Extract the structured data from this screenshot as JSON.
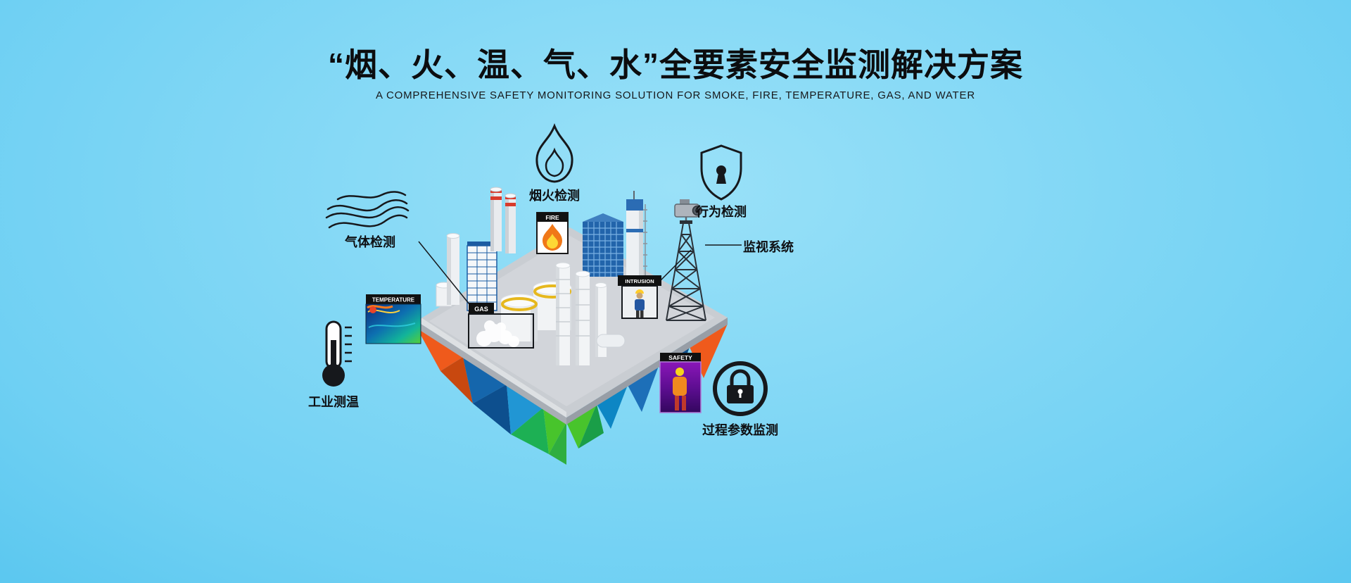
{
  "header": {
    "title": "“烟、火、温、气、水”全要素安全监测解决方案",
    "subtitle": "A COMPREHENSIVE SAFETY MONITORING SOLUTION FOR SMOKE, FIRE, TEMPERATURE, GAS, AND WATER"
  },
  "callouts": {
    "smoke_fire_detection": "烟火检测",
    "behavior_detection": "行为检测",
    "surveillance_system": "监视系统",
    "gas_detection": "气体检测",
    "industrial_temperature_measurement": "工业测温",
    "process_parameter_monitoring": "过程参数监测"
  },
  "scene_tags": {
    "fire": "FIRE",
    "temperature": "TEMPERATURE",
    "gas": "GAS",
    "intrusion": "INTRUSION",
    "safety": "SAFETY"
  },
  "colors": {
    "background_top": "#2bb2e7",
    "background_center": "#9ae1f8",
    "title_text": "#0c0d0f",
    "island_top": "#c9cdd2",
    "facet_orange": "#ef5a1c",
    "facet_blue": "#1d6fb8",
    "facet_green": "#2fae3f",
    "tag_bar": "#111111",
    "flame_orange": "#f07818",
    "chimney_stripe_red": "#d93a2b",
    "steel_blue": "#1c5ca2",
    "tank_ring_yellow": "#e6b81e"
  }
}
